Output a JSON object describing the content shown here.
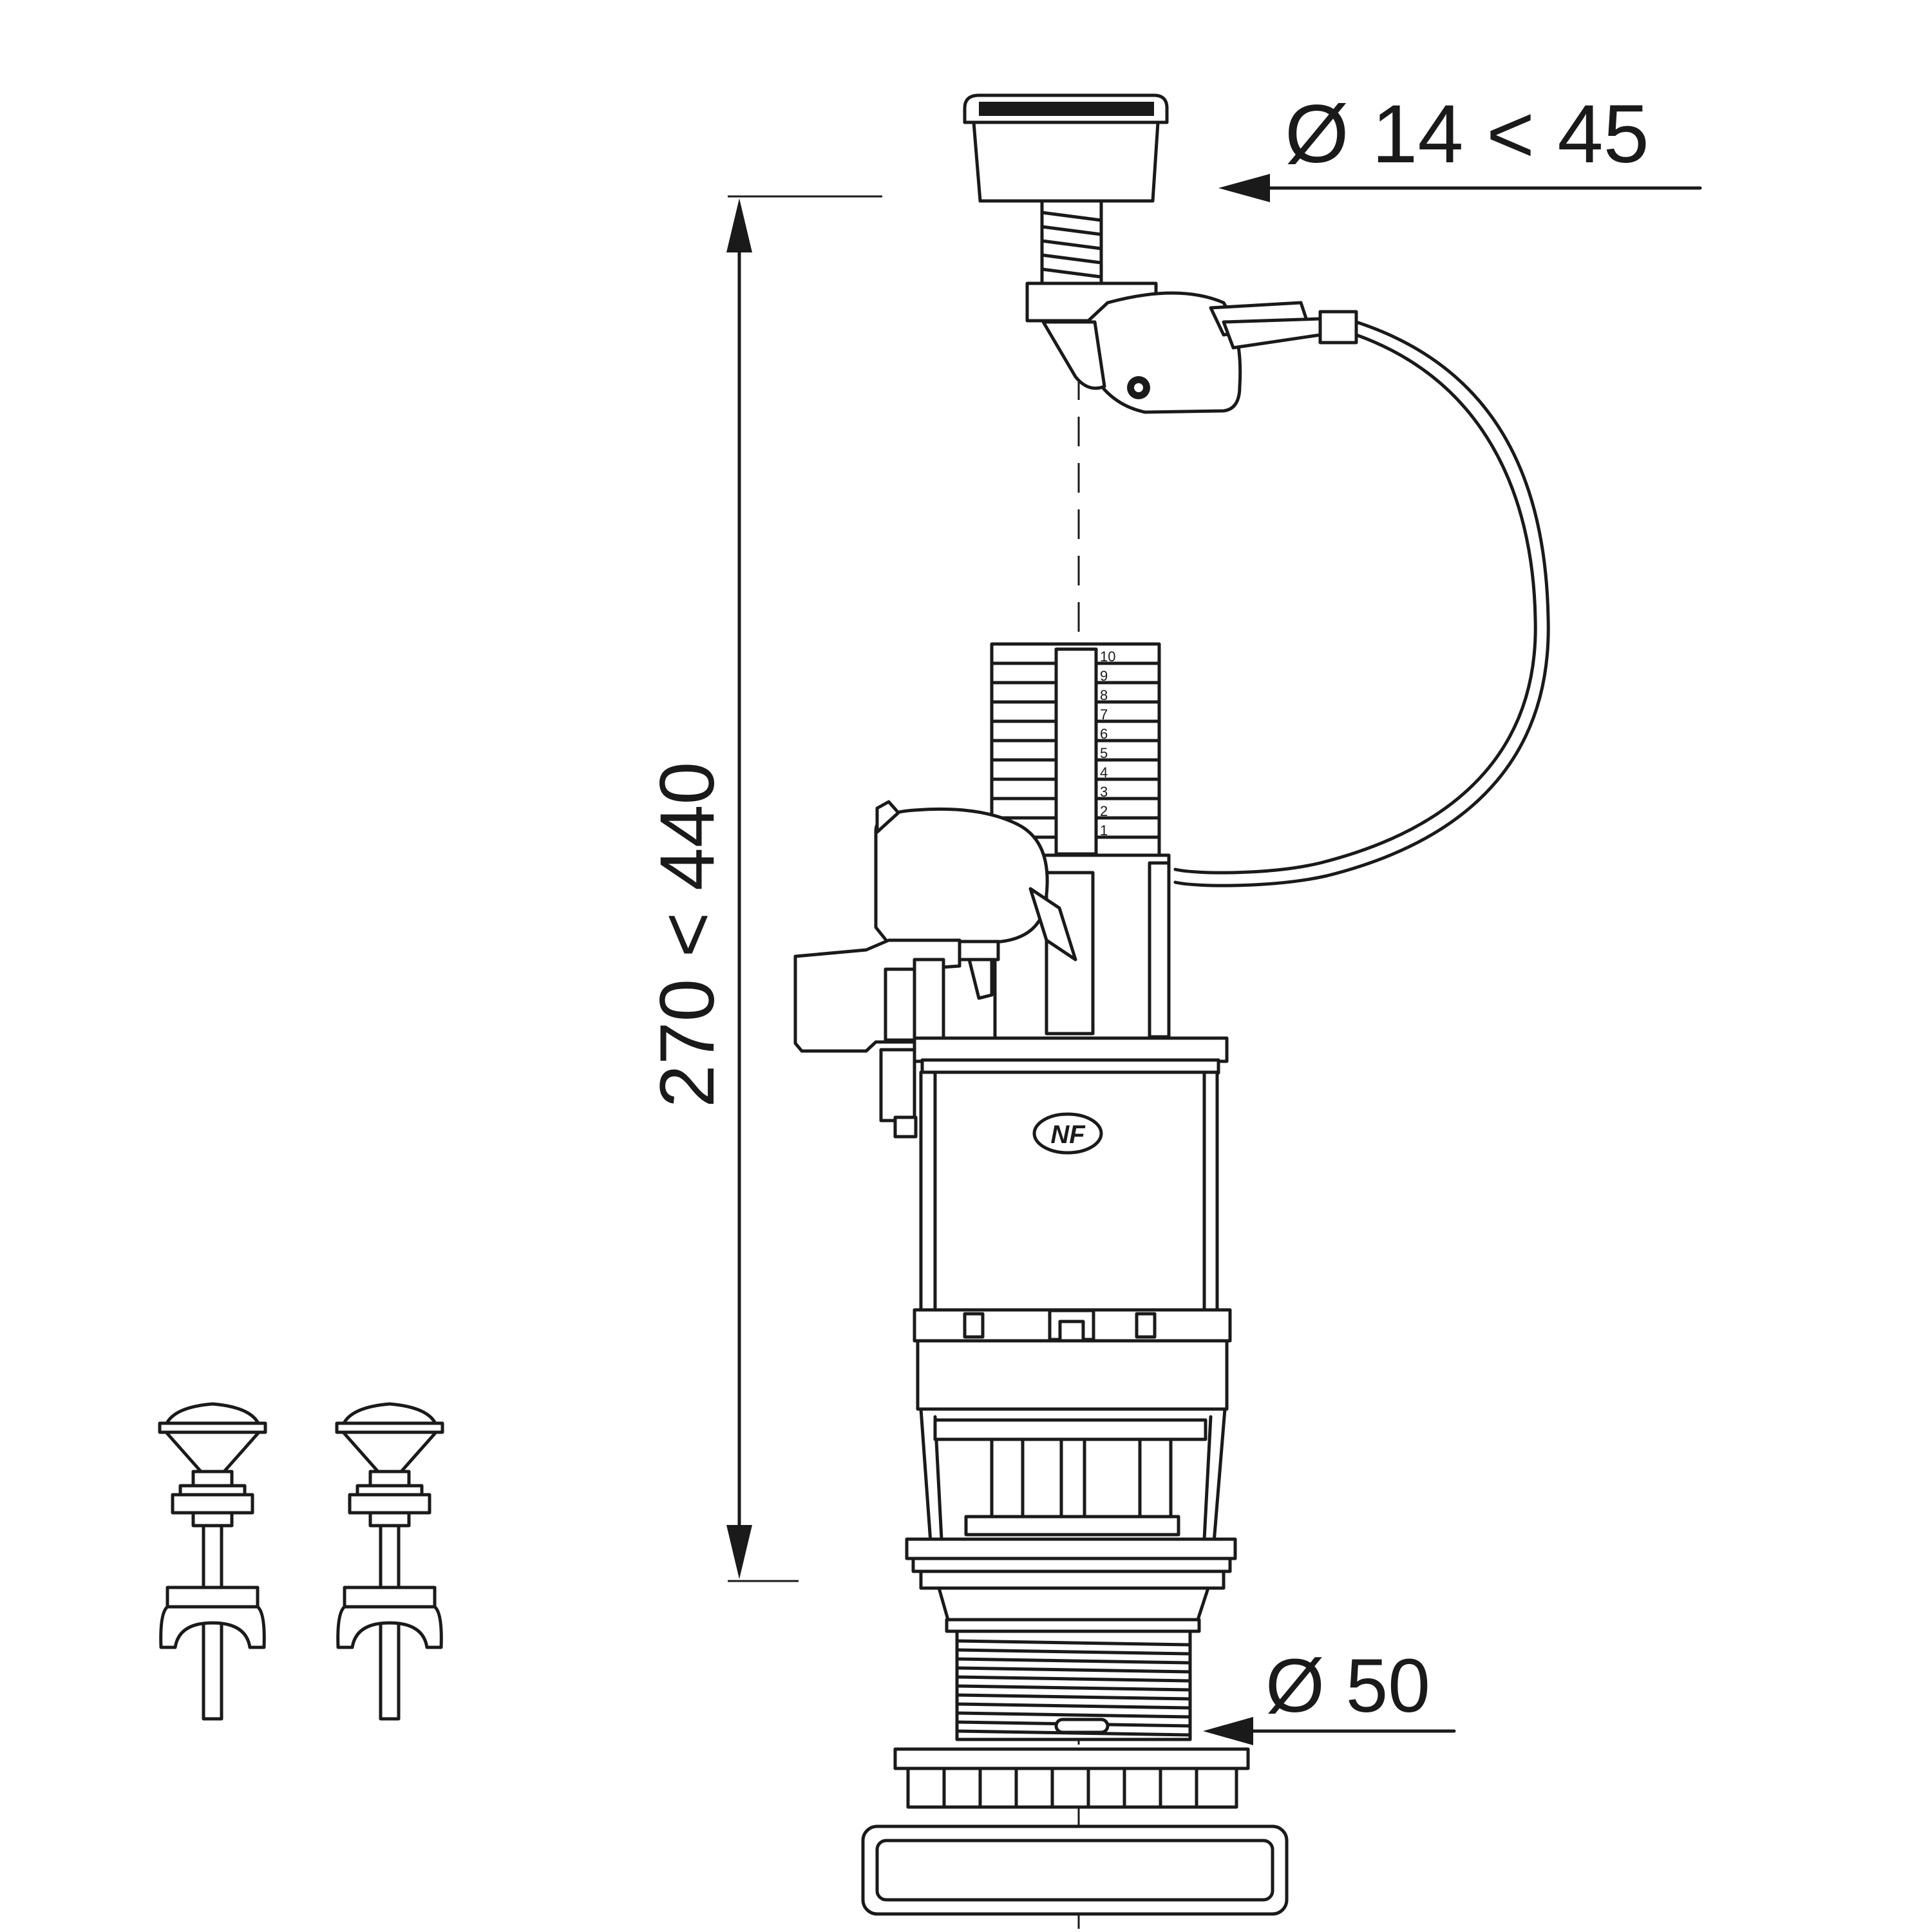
{
  "diagram": {
    "dimensions": {
      "top_diameter": "Ø 14 < 45",
      "height_range": "270 < 440",
      "outlet_diameter": "Ø 50"
    },
    "certification_mark": "NF",
    "height_scale_marks": [
      "10",
      "9",
      "8",
      "7",
      "6",
      "5",
      "4",
      "3",
      "2",
      "1"
    ],
    "colors": {
      "line": "#1a1a1a",
      "background": "#ffffff"
    }
  }
}
